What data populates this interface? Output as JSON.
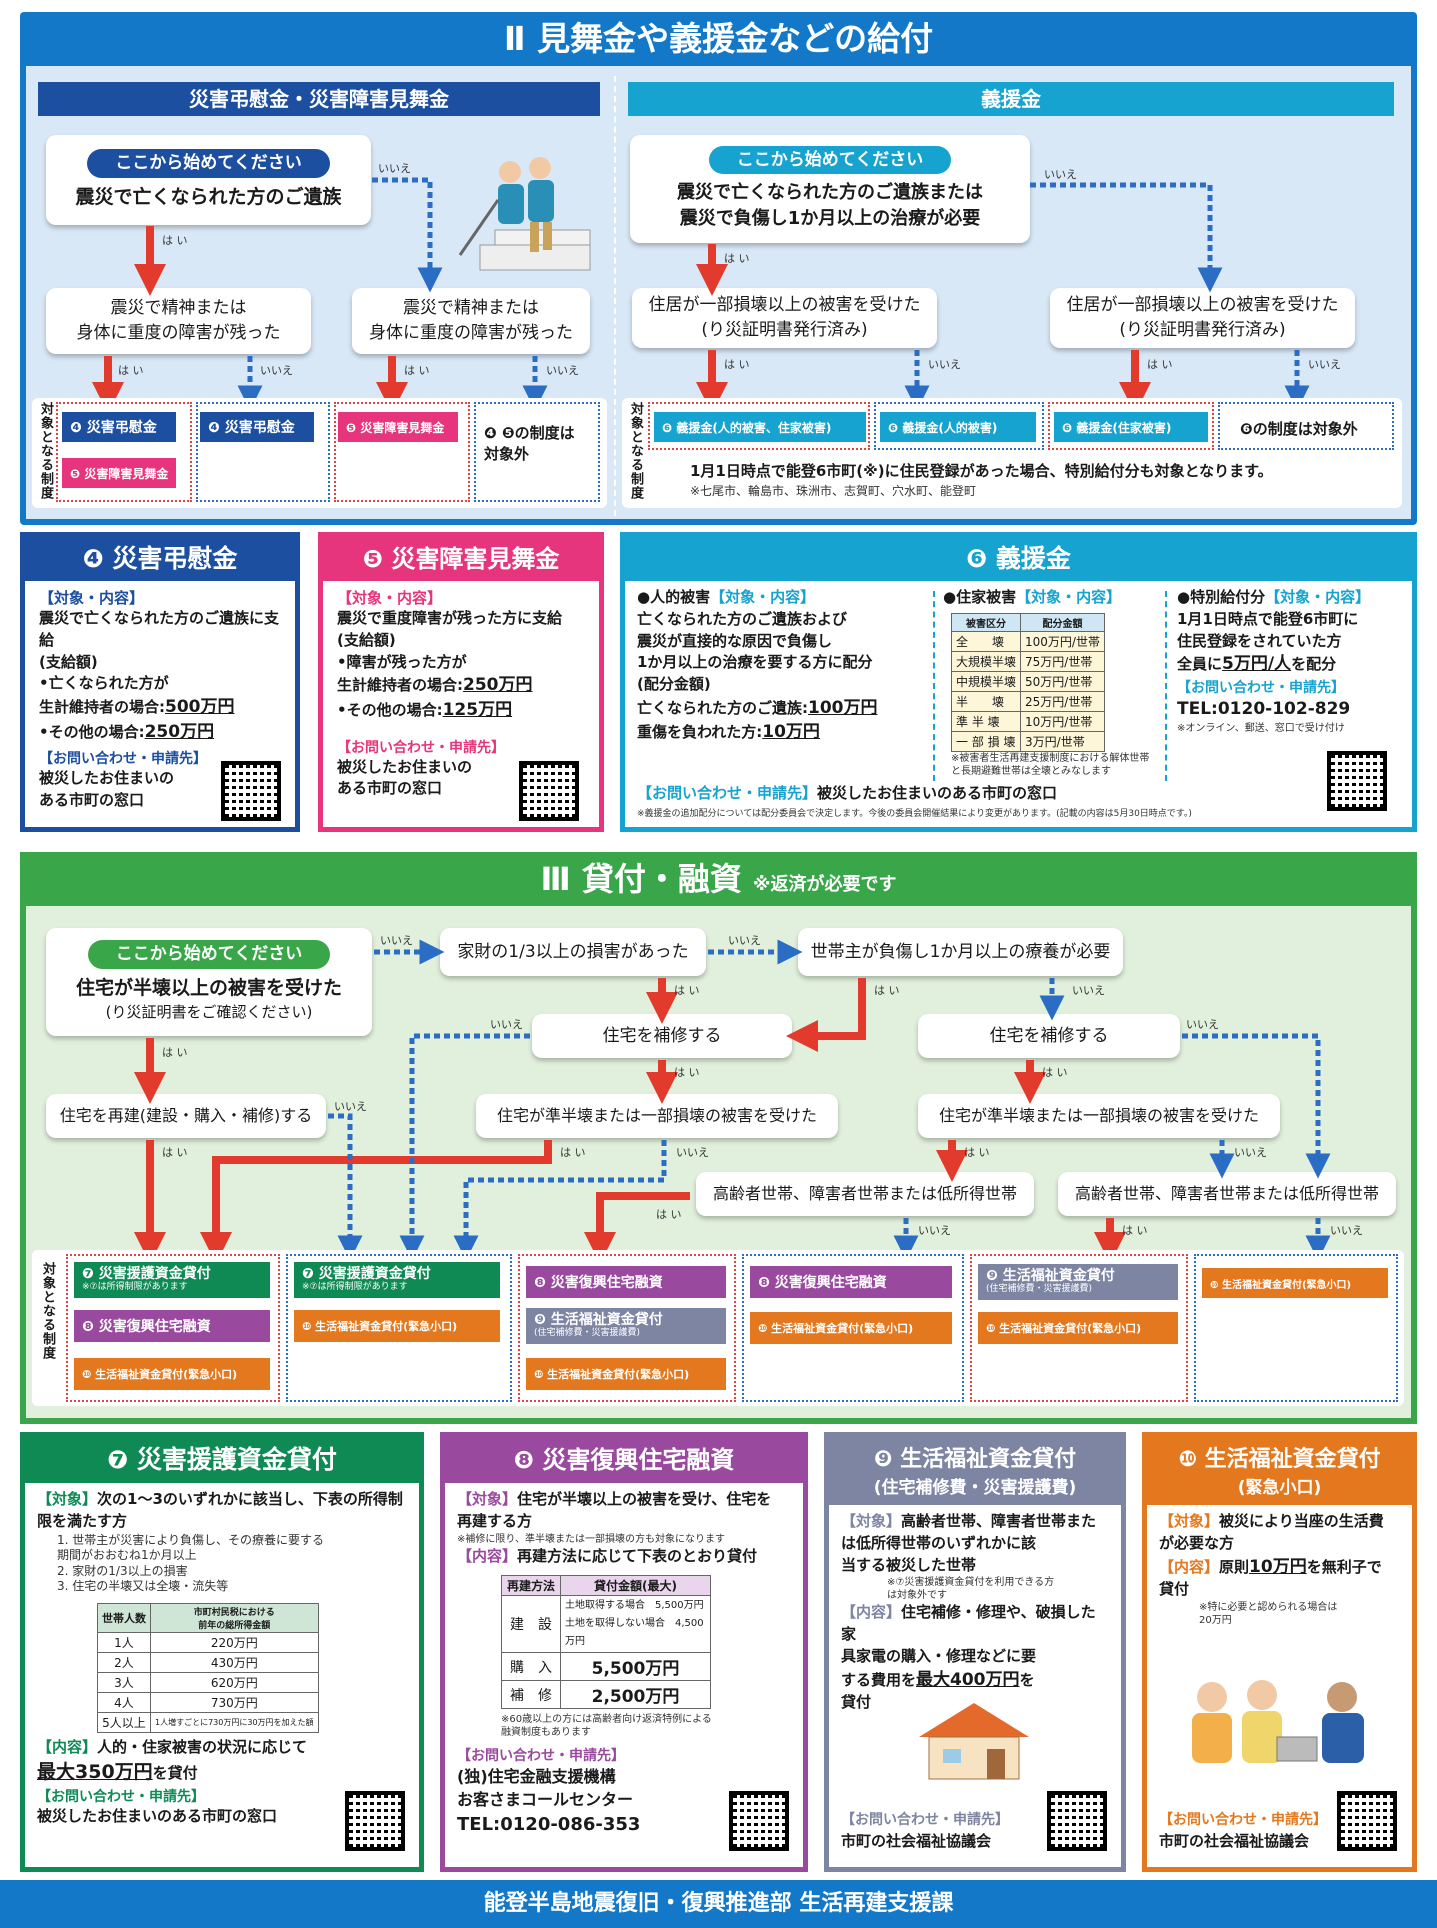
{
  "sec2": {
    "title": "Ⅱ 見舞金や義援金などの給付",
    "left_head": "災害弔慰金・災害障害見舞金",
    "right_head": "義援金",
    "start": "ここから始めてください",
    "q1": "震災で亡くなられた方のご遺族",
    "q2": "震災で精神または\n身体に重度の障害が残った",
    "q3": "震災で亡くなられた方のご遺族または\n震災で負傷し1か月以上の治療が必要",
    "q4": "住居が一部損壊以上の被害を受けた\n(り災証明書発行済み)",
    "yes": "は い",
    "no": "いいえ",
    "target_label": "対象となる制度",
    "t4": "❹ 災害弔慰金",
    "t5": "❺ 災害障害見舞金",
    "t5s": "❺ 災害障害見舞金",
    "t45none": "❹ ❺の制度は\n対象外",
    "g1": "❻ 義援金(人的被害、住家被害)",
    "g2": "❻ 義援金(人的被害)",
    "g3": "❻ 義援金(住家被害)",
    "g4": "❻の制度は対象外",
    "note1": "1月1日時点で能登6市町(※)に住民登録があった場合、特別給付分も対象となります。",
    "note2": "※七尾市、輪島市、珠洲市、志賀町、穴水町、能登町"
  },
  "c4": {
    "title": "❹ 災害弔慰金",
    "l1": "【対象・内容】",
    "b1": "震災で亡くなられた方のご遺族に支給",
    "b2": "(支給額)",
    "b3": "•亡くなられた方が\n 生計維持者の場合:",
    "v1": "500万円",
    "b4": "•その他の場合:",
    "v2": "250万円",
    "l2": "【お問い合わせ・申請先】",
    "b5": "被災したお住まいの\nある市町の窓口"
  },
  "c5": {
    "title": "❺ 災害障害見舞金",
    "l1": "【対象・内容】",
    "b1": "震災で重度障害が残った方に支給",
    "b2": "(支給額)",
    "b3": "•障害が残った方が\n 生計維持者の場合:",
    "v1": "250万円",
    "b4": "•その他の場合:",
    "v2": "125万円",
    "l2": "【お問い合わせ・申請先】",
    "b5": "被災したお住まいの\nある市町の窓口"
  },
  "c6": {
    "title": "❻ 義援金",
    "h1": "●人的被害",
    "h1t": "【対象・内容】",
    "p1": "亡くなられた方のご遺族および\n震災が直接的な原因で負傷し\n1か月以上の治療を要する方に配分",
    "p2": "(配分金額)",
    "p3": "亡くなられた方のご遺族:",
    "v1": "100万円",
    "p4": "重傷を負われた方:",
    "v2": "10万円",
    "h2": "●住家被害",
    "h2t": "【対象・内容】",
    "th": [
      "被害区分",
      "配分金額"
    ],
    "rows": [
      [
        "全　　壊",
        "100万円/世帯"
      ],
      [
        "大規模半壊",
        "75万円/世帯"
      ],
      [
        "中規模半壊",
        "50万円/世帯"
      ],
      [
        "半　　壊",
        "25万円/世帯"
      ],
      [
        "準 半 壊",
        "10万円/世帯"
      ],
      [
        "一 部 損 壊",
        "3万円/世帯"
      ]
    ],
    "tnote": "※被害者生活再建支援制度における解体世帯\n と長期避難世帯は全壊とみなします",
    "h3": "●特別給付分",
    "h3t": "【対象・内容】",
    "p5": "1月1日時点で能登6市町に\n住民登録をされていた方\n全員に",
    "v3": "5万円/人",
    "p6": "を配分",
    "l2": "【お問い合わせ・申請先】",
    "tel": "TEL:0120-102-829",
    "telnote": "※オンライン、郵送、窓口で受け付け",
    "l3": "【お問い合わせ・申請先】",
    "b3": "被災したお住まいのある市町の窓口",
    "foot": "※義援金の追加配分については配分委員会で決定します。今後の委員会開催結果により変更があります。(記載の内容は5月30日時点です。)"
  },
  "sec3": {
    "title": "Ⅲ 貸付・融資",
    "sub": "※返済が必要です",
    "start": "ここから始めてください",
    "q1": "住宅が半壊以上の被害を受けた",
    "q1s": "(り災証明書をご確認ください)",
    "q2": "家財の1/3以上の損害があった",
    "q3": "世帯主が負傷し1か月以上の療養が必要",
    "q4": "住宅を補修する",
    "q5": "住宅を補修する",
    "q6": "住宅を再建(建設・購入・補修)する",
    "q7": "住宅が準半壊または一部損壊の被害を受けた",
    "q8": "住宅が準半壊または一部損壊の被害を受けた",
    "q9": "高齢者世帯、障害者世帯または低所得世帯",
    "q10": "高齢者世帯、障害者世帯または低所得世帯",
    "target_label": "対象となる制度",
    "t7": "❼ 災害援護資金貸付",
    "t7s": "※⑦は所得制限があります",
    "t8": "❽ 災害復興住宅融資",
    "t9": "❾ 生活福祉資金貸付",
    "t9s": "(住宅補修費・災害援護費)",
    "t10": "❿ 生活福祉資金貸付(緊急小口)"
  },
  "c7": {
    "title": "❼ 災害援護資金貸付",
    "l1": "【対象】",
    "b1": "次の1〜3のいずれかに該当し、下表の所得制限を満たす方",
    "list": [
      "1. 世帯主が災害により負傷し、その療養に要する\n 期間がおおむね1か月以上",
      "2. 家財の1/3以上の損害",
      "3. 住宅の半壊又は全壊・流失等"
    ],
    "th": [
      "世帯人数",
      "市町村民税における\n前年の総所得金額"
    ],
    "rows": [
      [
        "1人",
        "220万円"
      ],
      [
        "2人",
        "430万円"
      ],
      [
        "3人",
        "620万円"
      ],
      [
        "4人",
        "730万円"
      ],
      [
        "5人以上",
        "1人増すごとに730万円に30万円を加えた額"
      ]
    ],
    "l2": "【内容】",
    "b2": "人的・住家被害の状況に応じて",
    "v": "最大350万円",
    "b3": "を貸付",
    "l3": "【お問い合わせ・申請先】",
    "b4": "被災したお住まいのある市町の窓口"
  },
  "c8": {
    "title": "❽ 災害復興住宅融資",
    "l1": "【対象】",
    "b1": "住宅が半壊以上の被害を受け、住宅を\n再建する方",
    "s1": "※補修に限り、準半壊または一部損壊の方も対象になります",
    "l2": "【内容】",
    "b2": "再建方法に応じて下表のとおり貸付",
    "th": [
      "再建方法",
      "貸付金額(最大)"
    ],
    "r1": "建　設",
    "r1a": "土地取得する場合　5,500万円",
    "r1b": "土地を取得しない場合　4,500万円",
    "r2": "購　入",
    "r2v": "5,500万円",
    "r3": "補　修",
    "r3v": "2,500万円",
    "s2": "※60歳以上の方には高齢者向け返済特例による\n 融資制度もあります",
    "l3": "【お問い合わせ・申請先】",
    "b3": "(独)住宅金融支援機構\nお客さまコールセンター",
    "tel": "TEL:0120-086-353"
  },
  "c9": {
    "title": "❾ 生活福祉資金貸付",
    "sub": "(住宅補修費・災害援護費)",
    "l1": "【対象】",
    "b1": "高齢者世帯、障害者世帯また\nは低所得世帯のいずれかに該\n当する被災した世帯",
    "s1": "※⑦災害援護資金貸付を利用できる方\n は対象外です",
    "l2": "【内容】",
    "b2": "住宅補修・修理や、破損した家\n具家電の購入・修理などに要\nする費用を",
    "v": "最大400万円",
    "b3": "を\n貸付",
    "l3": "【お問い合わせ・申請先】",
    "b4": "市町の社会福祉協議会"
  },
  "c10": {
    "title": "❿ 生活福祉資金貸付",
    "sub": "(緊急小口)",
    "l1": "【対象】",
    "b1": "被災により当座の生活費\nが必要な方",
    "l2": "【内容】",
    "b2": "原則",
    "v": "10万円",
    "b3": "を無利子で\n貸付",
    "s1": "※特に必要と認められる場合は\n 20万円",
    "l3": "【お問い合わせ・申請先】",
    "b4": "市町の社会福祉協議会"
  },
  "footer": "能登半島地震復旧・復興推進部 生活再建支援課",
  "colors": {
    "blue": "#1478c8",
    "navy": "#1d4fa0",
    "pink": "#e6357c",
    "teal": "#17a3cf",
    "green": "#3aa64a",
    "dgreen": "#0f8a55",
    "purple": "#9a4a9e",
    "gray": "#7d85a3",
    "orange": "#e4781e",
    "red": "#e23a2c"
  }
}
